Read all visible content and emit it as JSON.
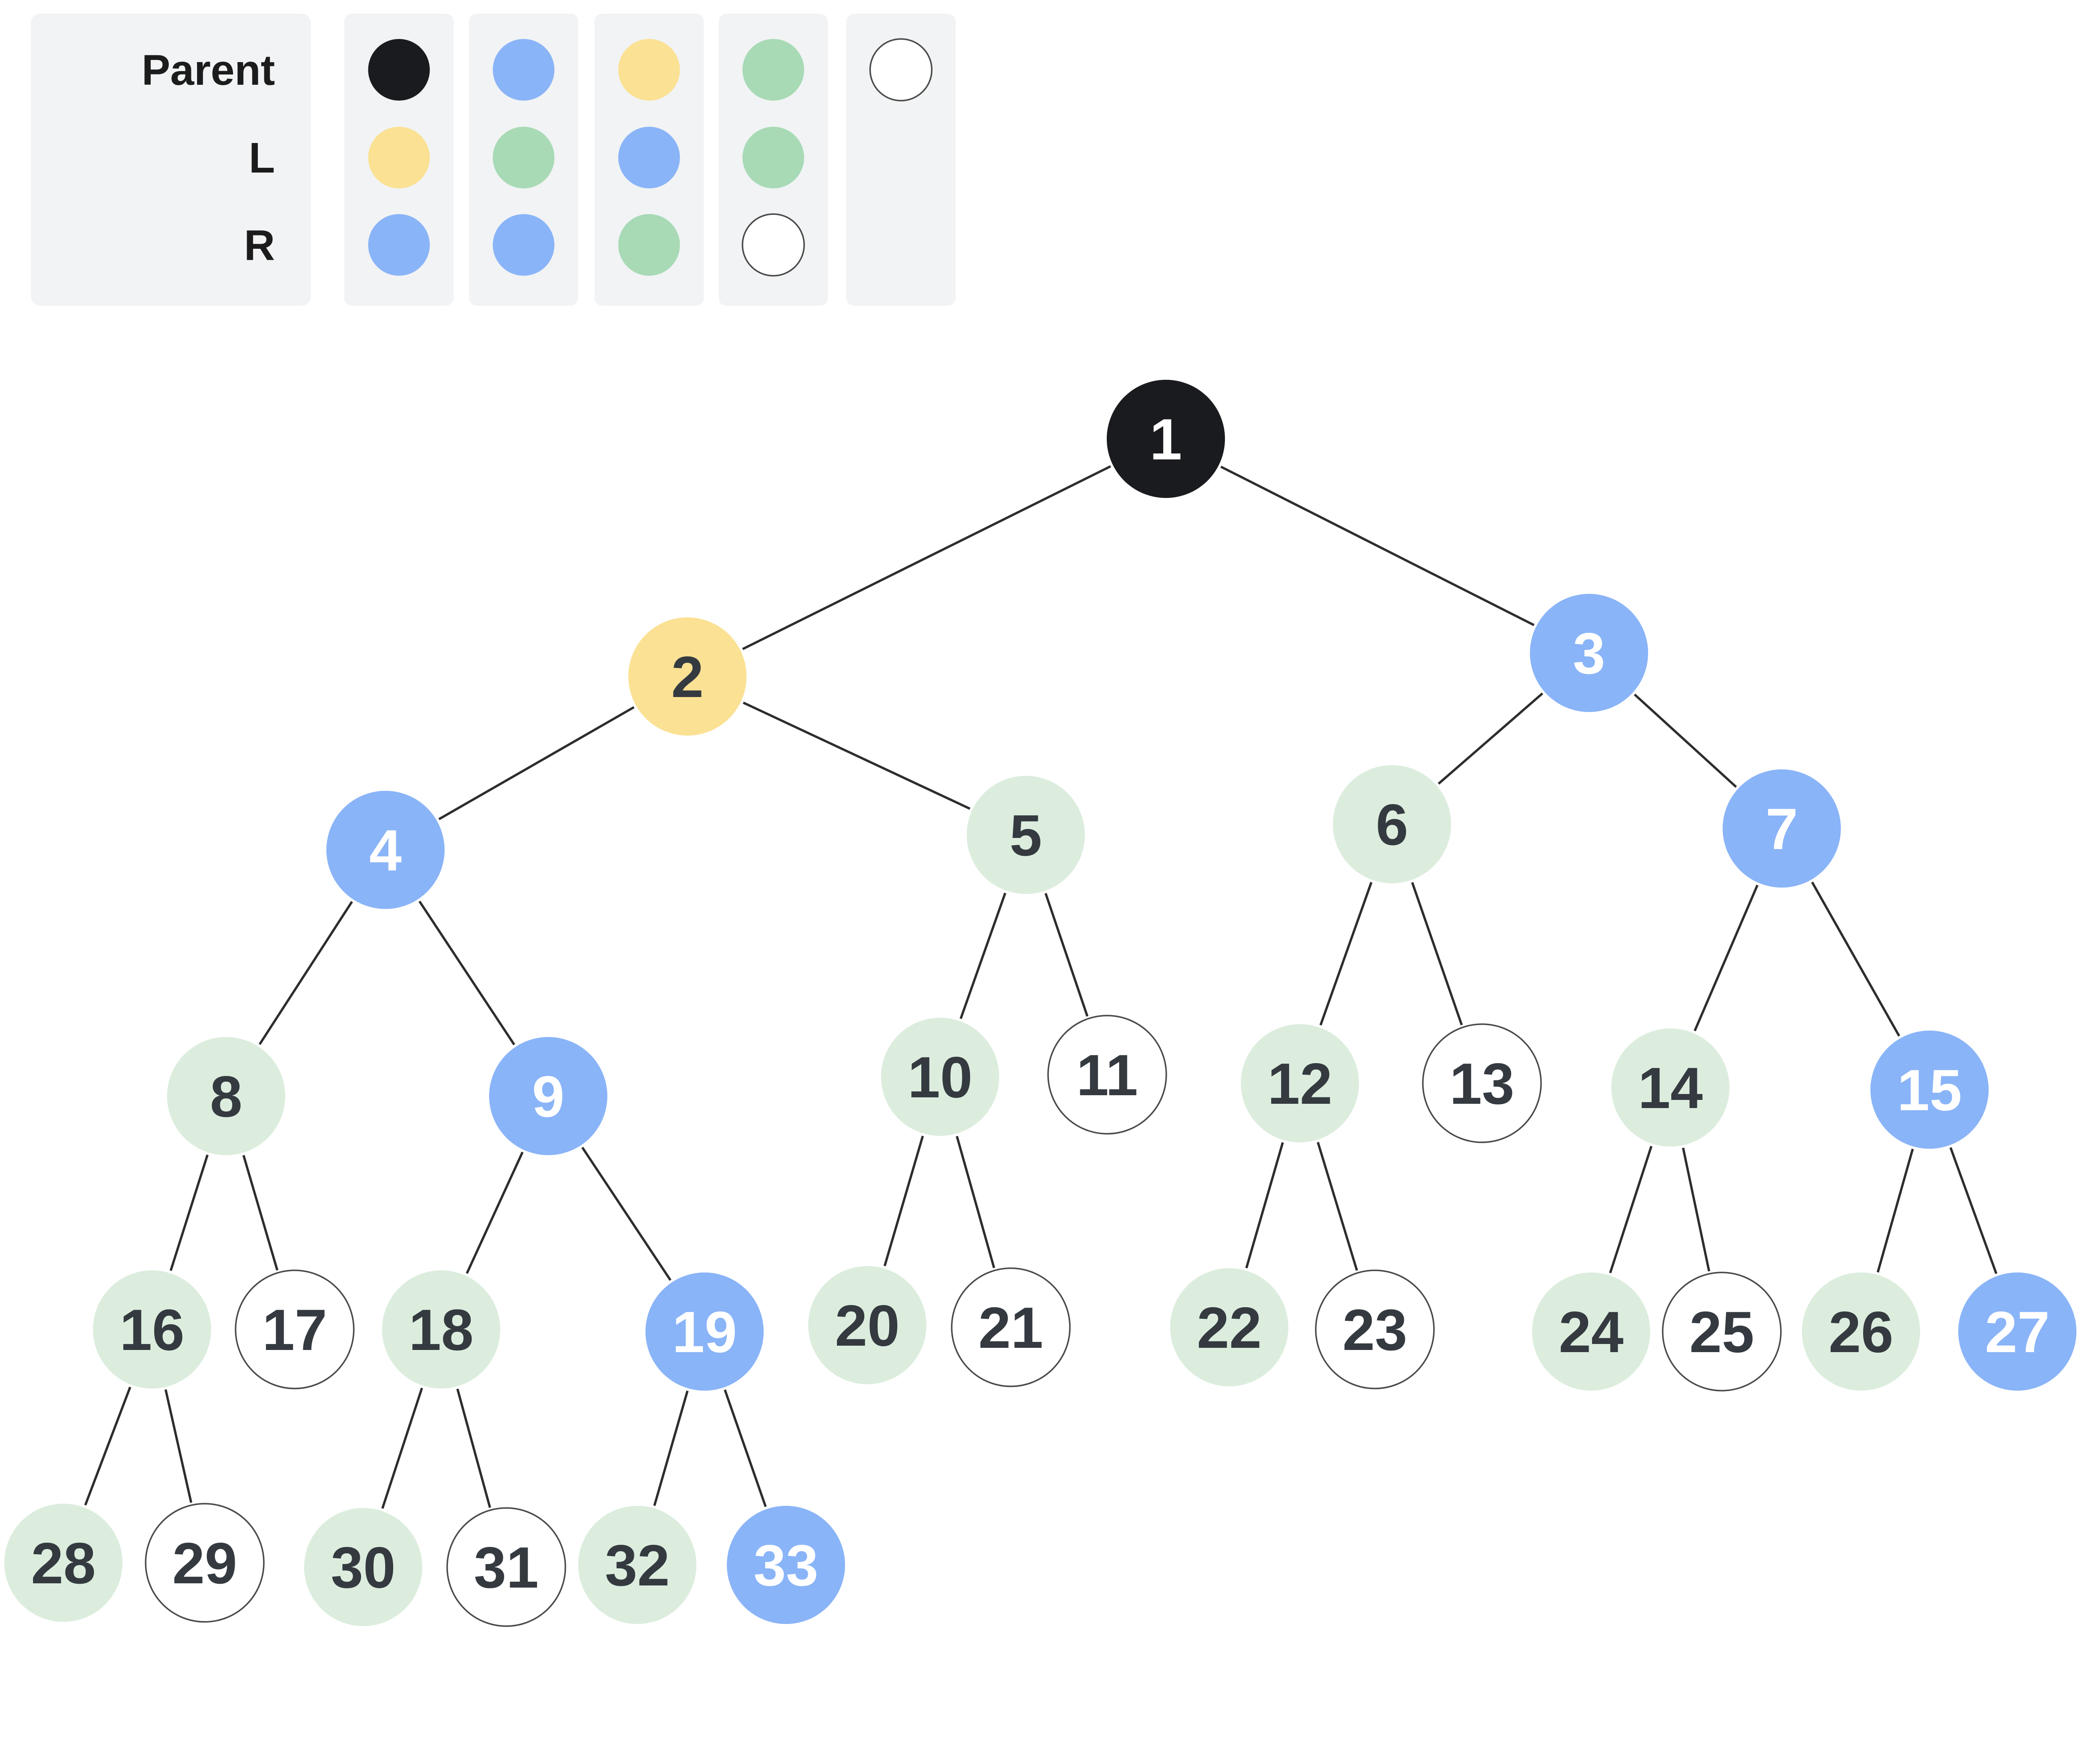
{
  "palette": {
    "black": "#1a1b1e",
    "yellow": "#fbe193",
    "blue": "#8ab4f8",
    "green": "#a8dab5",
    "light_green": "#dcedde",
    "white": "#ffffff",
    "panel": "#f1f3f4",
    "dark_text": "#343a40",
    "light_text": "#ffffff",
    "outline": "#4a4a4a"
  },
  "legend": {
    "row_labels": [
      "Parent",
      "L",
      "R"
    ],
    "columns": [
      [
        "black",
        "yellow",
        "blue"
      ],
      [
        "blue",
        "green",
        "blue"
      ],
      [
        "yellow",
        "blue",
        "green"
      ],
      [
        "green",
        "green",
        "white"
      ],
      [
        "white",
        null,
        null
      ]
    ]
  },
  "tree": {
    "nodes": [
      {
        "id": 1,
        "label": "1",
        "color": "black"
      },
      {
        "id": 2,
        "label": "2",
        "color": "yellow"
      },
      {
        "id": 3,
        "label": "3",
        "color": "blue"
      },
      {
        "id": 4,
        "label": "4",
        "color": "blue"
      },
      {
        "id": 5,
        "label": "5",
        "color": "light_green"
      },
      {
        "id": 6,
        "label": "6",
        "color": "light_green"
      },
      {
        "id": 7,
        "label": "7",
        "color": "blue"
      },
      {
        "id": 8,
        "label": "8",
        "color": "light_green"
      },
      {
        "id": 9,
        "label": "9",
        "color": "blue"
      },
      {
        "id": 10,
        "label": "10",
        "color": "light_green"
      },
      {
        "id": 11,
        "label": "11",
        "color": "white"
      },
      {
        "id": 12,
        "label": "12",
        "color": "light_green"
      },
      {
        "id": 13,
        "label": "13",
        "color": "white"
      },
      {
        "id": 14,
        "label": "14",
        "color": "light_green"
      },
      {
        "id": 15,
        "label": "15",
        "color": "blue"
      },
      {
        "id": 16,
        "label": "16",
        "color": "light_green"
      },
      {
        "id": 17,
        "label": "17",
        "color": "white"
      },
      {
        "id": 18,
        "label": "18",
        "color": "light_green"
      },
      {
        "id": 19,
        "label": "19",
        "color": "blue"
      },
      {
        "id": 20,
        "label": "20",
        "color": "light_green"
      },
      {
        "id": 21,
        "label": "21",
        "color": "white"
      },
      {
        "id": 22,
        "label": "22",
        "color": "light_green"
      },
      {
        "id": 23,
        "label": "23",
        "color": "white"
      },
      {
        "id": 24,
        "label": "24",
        "color": "light_green"
      },
      {
        "id": 25,
        "label": "25",
        "color": "white"
      },
      {
        "id": 26,
        "label": "26",
        "color": "light_green"
      },
      {
        "id": 27,
        "label": "27",
        "color": "blue"
      },
      {
        "id": 28,
        "label": "28",
        "color": "light_green"
      },
      {
        "id": 29,
        "label": "29",
        "color": "white"
      },
      {
        "id": 30,
        "label": "30",
        "color": "light_green"
      },
      {
        "id": 31,
        "label": "31",
        "color": "white"
      },
      {
        "id": 32,
        "label": "32",
        "color": "light_green"
      },
      {
        "id": 33,
        "label": "33",
        "color": "blue"
      }
    ],
    "edges": [
      [
        1,
        2
      ],
      [
        1,
        3
      ],
      [
        2,
        4
      ],
      [
        2,
        5
      ],
      [
        3,
        6
      ],
      [
        3,
        7
      ],
      [
        4,
        8
      ],
      [
        4,
        9
      ],
      [
        5,
        10
      ],
      [
        5,
        11
      ],
      [
        6,
        12
      ],
      [
        6,
        13
      ],
      [
        7,
        14
      ],
      [
        7,
        15
      ],
      [
        8,
        16
      ],
      [
        8,
        17
      ],
      [
        9,
        18
      ],
      [
        9,
        19
      ],
      [
        10,
        20
      ],
      [
        10,
        21
      ],
      [
        12,
        22
      ],
      [
        12,
        23
      ],
      [
        14,
        24
      ],
      [
        14,
        25
      ],
      [
        15,
        26
      ],
      [
        15,
        27
      ],
      [
        16,
        28
      ],
      [
        16,
        29
      ],
      [
        18,
        30
      ],
      [
        18,
        31
      ],
      [
        19,
        32
      ],
      [
        19,
        33
      ]
    ]
  }
}
